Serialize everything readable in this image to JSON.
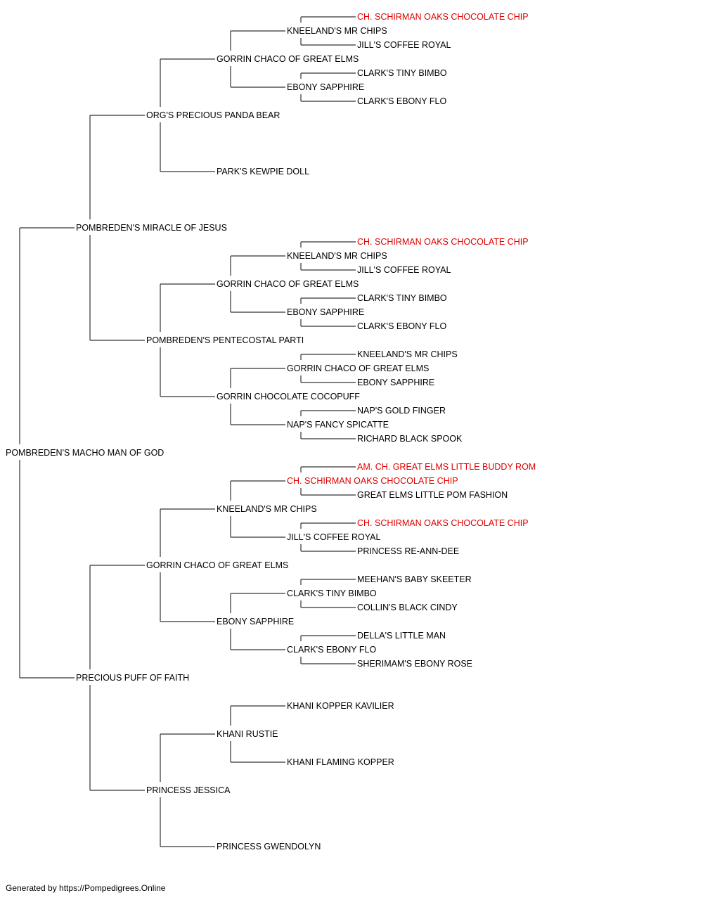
{
  "colors": {
    "normal": "#000000",
    "champion": "#e00000"
  },
  "pedigree": {
    "name": "POMBREDEN'S MACHO MAN OF GOD",
    "sire": {
      "name": "POMBREDEN'S MIRACLE OF JESUS",
      "sire": {
        "name": "ORG'S PRECIOUS PANDA BEAR",
        "sire": {
          "name": "GORRIN CHACO OF GREAT ELMS",
          "sire": {
            "name": "KNEELAND'S MR CHIPS",
            "sire": {
              "name": "CH. SCHIRMAN OAKS CHOCOLATE CHIP",
              "champion": true
            },
            "dam": {
              "name": "JILL'S COFFEE ROYAL"
            }
          },
          "dam": {
            "name": "EBONY SAPPHIRE",
            "sire": {
              "name": "CLARK'S TINY BIMBO"
            },
            "dam": {
              "name": "CLARK'S EBONY FLO"
            }
          }
        },
        "dam": {
          "name": "PARK'S KEWPIE DOLL"
        }
      },
      "dam": {
        "name": "POMBREDEN'S PENTECOSTAL PARTI",
        "sire": {
          "name": "GORRIN CHACO OF GREAT ELMS",
          "sire": {
            "name": "KNEELAND'S MR CHIPS",
            "sire": {
              "name": "CH. SCHIRMAN OAKS CHOCOLATE CHIP",
              "champion": true
            },
            "dam": {
              "name": "JILL'S COFFEE ROYAL"
            }
          },
          "dam": {
            "name": "EBONY SAPPHIRE",
            "sire": {
              "name": "CLARK'S TINY BIMBO"
            },
            "dam": {
              "name": "CLARK'S EBONY FLO"
            }
          }
        },
        "dam": {
          "name": "GORRIN CHOCOLATE COCOPUFF",
          "sire": {
            "name": "GORRIN CHACO OF GREAT ELMS",
            "sire": {
              "name": "KNEELAND'S MR CHIPS"
            },
            "dam": {
              "name": "EBONY SAPPHIRE"
            }
          },
          "dam": {
            "name": "NAP'S FANCY SPICATTE",
            "sire": {
              "name": "NAP'S GOLD FINGER"
            },
            "dam": {
              "name": "RICHARD BLACK SPOOK"
            }
          }
        }
      }
    },
    "dam": {
      "name": "PRECIOUS PUFF OF FAITH",
      "sire": {
        "name": "GORRIN CHACO OF GREAT ELMS",
        "sire": {
          "name": "KNEELAND'S MR CHIPS",
          "sire": {
            "name": "CH. SCHIRMAN OAKS CHOCOLATE CHIP",
            "champion": true,
            "sire": {
              "name": "AM. CH. GREAT ELMS LITTLE BUDDY ROM",
              "champion": true
            },
            "dam": {
              "name": "GREAT ELMS LITTLE POM FASHION"
            }
          },
          "dam": {
            "name": "JILL'S COFFEE ROYAL",
            "sire": {
              "name": "CH. SCHIRMAN OAKS CHOCOLATE CHIP",
              "champion": true
            },
            "dam": {
              "name": "PRINCESS RE-ANN-DEE"
            }
          }
        },
        "dam": {
          "name": "EBONY SAPPHIRE",
          "sire": {
            "name": "CLARK'S TINY BIMBO",
            "sire": {
              "name": "MEEHAN'S BABY SKEETER"
            },
            "dam": {
              "name": "COLLIN'S BLACK CINDY"
            }
          },
          "dam": {
            "name": "CLARK'S EBONY FLO",
            "sire": {
              "name": "DELLA'S LITTLE MAN"
            },
            "dam": {
              "name": "SHERIMAM'S EBONY ROSE"
            }
          }
        }
      },
      "dam": {
        "name": "PRINCESS JESSICA",
        "sire": {
          "name": "KHANI RUSTIE",
          "sire": {
            "name": "KHANI KOPPER KAVILIER"
          },
          "dam": {
            "name": "KHANI FLAMING KOPPER"
          }
        },
        "dam": {
          "name": "PRINCESS GWENDOLYN"
        }
      }
    }
  },
  "footer": "Generated by https://Pompedigrees.Online"
}
